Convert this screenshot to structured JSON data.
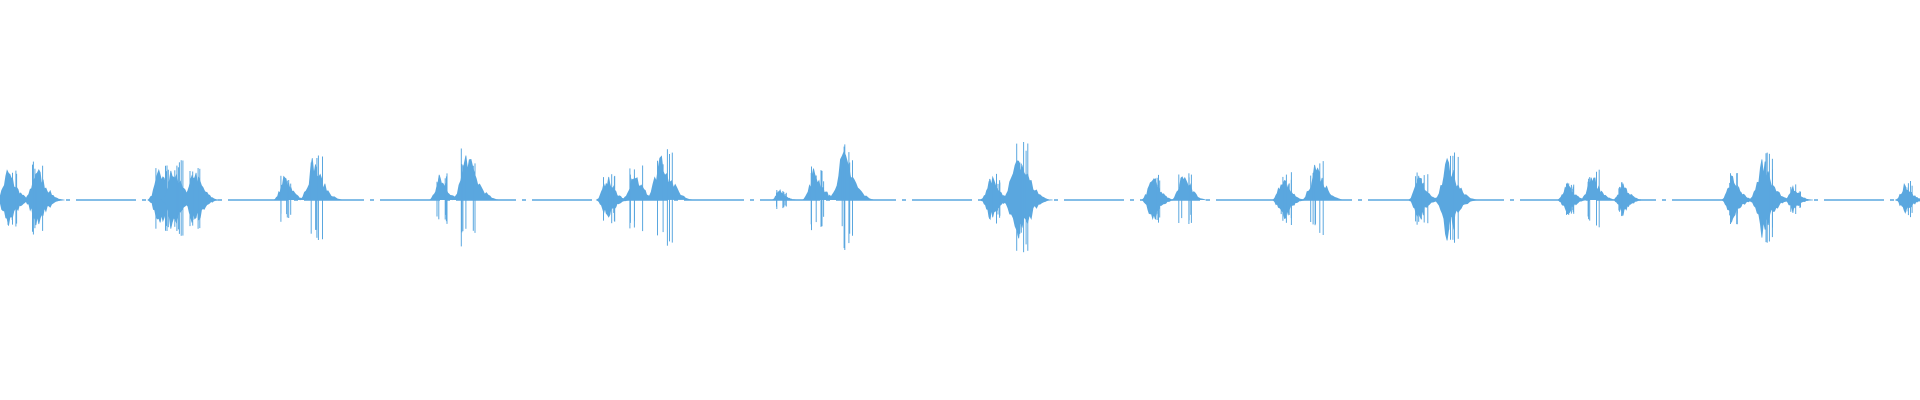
{
  "waveform": {
    "type": "audio-waveform",
    "color": "#5aa7df",
    "background": "#ffffff",
    "bursts": [
      {
        "t": 0.004,
        "amp": 0.09,
        "kind": "double"
      },
      {
        "t": 0.019,
        "amp": 0.1,
        "kind": "single"
      },
      {
        "t": 0.083,
        "amp": 0.09,
        "kind": "single"
      },
      {
        "t": 0.09,
        "amp": 0.1,
        "kind": "single"
      },
      {
        "t": 0.101,
        "amp": 0.09,
        "kind": "single"
      },
      {
        "t": 0.148,
        "amp": 0.07,
        "kind": "single"
      },
      {
        "t": 0.163,
        "amp": 0.12,
        "kind": "single"
      },
      {
        "t": 0.229,
        "amp": 0.07,
        "kind": "single"
      },
      {
        "t": 0.243,
        "amp": 0.14,
        "kind": "single"
      },
      {
        "t": 0.316,
        "amp": 0.07,
        "kind": "single"
      },
      {
        "t": 0.33,
        "amp": 0.09,
        "kind": "single"
      },
      {
        "t": 0.344,
        "amp": 0.14,
        "kind": "single"
      },
      {
        "t": 0.406,
        "amp": 0.03,
        "kind": "small"
      },
      {
        "t": 0.424,
        "amp": 0.09,
        "kind": "single"
      },
      {
        "t": 0.439,
        "amp": 0.14,
        "kind": "single"
      },
      {
        "t": 0.516,
        "amp": 0.07,
        "kind": "single"
      },
      {
        "t": 0.53,
        "amp": 0.15,
        "kind": "single"
      },
      {
        "t": 0.6,
        "amp": 0.07,
        "kind": "single"
      },
      {
        "t": 0.616,
        "amp": 0.08,
        "kind": "single"
      },
      {
        "t": 0.668,
        "amp": 0.07,
        "kind": "single"
      },
      {
        "t": 0.685,
        "amp": 0.11,
        "kind": "single"
      },
      {
        "t": 0.739,
        "amp": 0.07,
        "kind": "single"
      },
      {
        "t": 0.754,
        "amp": 0.12,
        "kind": "single"
      },
      {
        "t": 0.816,
        "amp": 0.05,
        "kind": "single"
      },
      {
        "t": 0.829,
        "amp": 0.08,
        "kind": "single"
      },
      {
        "t": 0.845,
        "amp": 0.05,
        "kind": "single"
      },
      {
        "t": 0.902,
        "amp": 0.07,
        "kind": "single"
      },
      {
        "t": 0.918,
        "amp": 0.12,
        "kind": "single"
      },
      {
        "t": 0.934,
        "amp": 0.04,
        "kind": "small"
      },
      {
        "t": 0.992,
        "amp": 0.05,
        "kind": "single"
      }
    ]
  }
}
